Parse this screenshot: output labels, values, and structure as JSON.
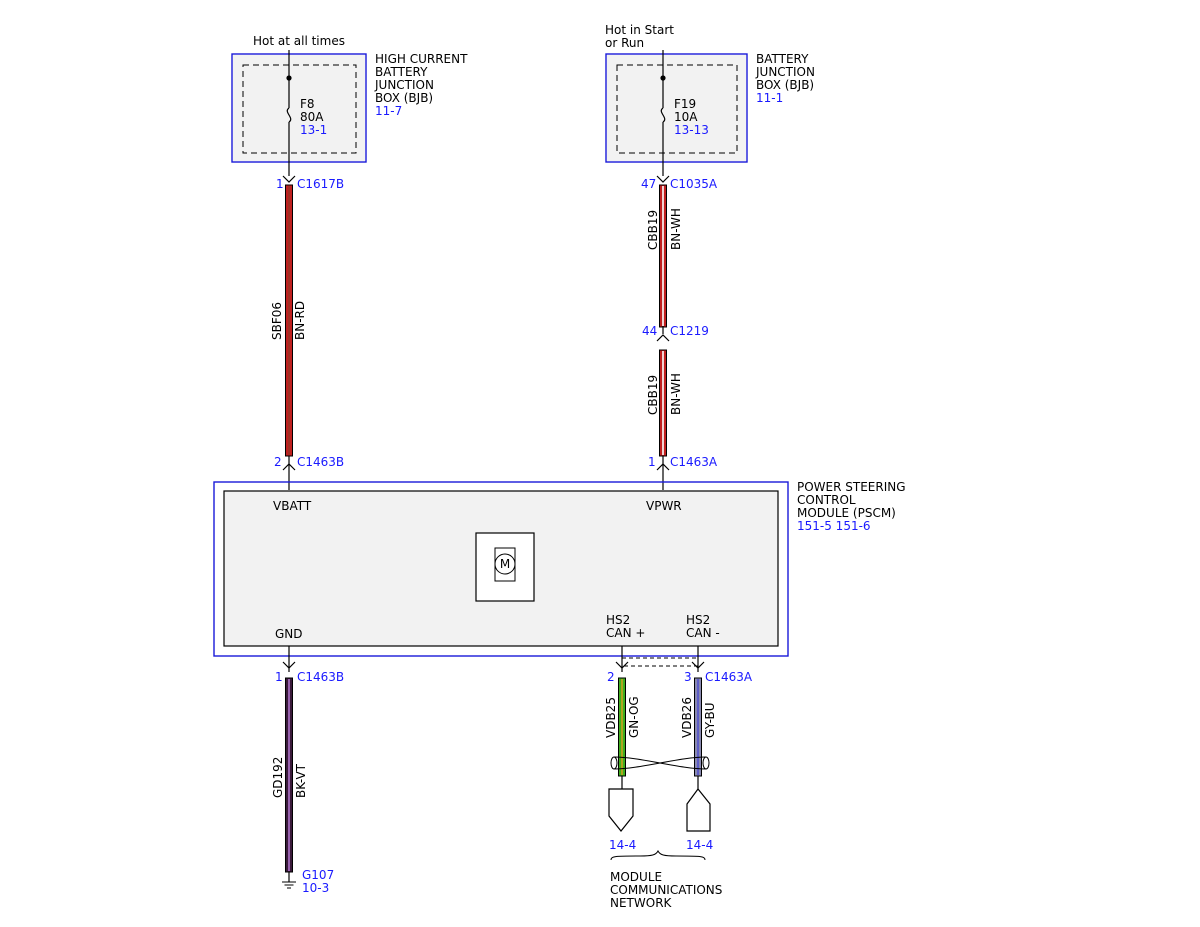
{
  "colors": {
    "ref_blue": "#1a1aff",
    "box_blue": "#1a1ad8",
    "wire_brown_red": "#c0201f",
    "wire_brown": "#8a3a2a",
    "wire_black_violet": "#3a1a3a",
    "wire_violet": "#c080e0",
    "wire_green": "#3fae1f",
    "wire_orange": "#e0a020",
    "wire_grey": "#8a8ab0",
    "wire_blue": "#4a4ad0"
  },
  "left_supply": {
    "label": "Hot at all times",
    "box_title": [
      "HIGH CURRENT",
      "BATTERY",
      "JUNCTION",
      "BOX (BJB)"
    ],
    "box_ref": "11-7",
    "fuse_name": "F8",
    "fuse_rating": "80A",
    "fuse_ref": "13-1",
    "connector_pin": "1",
    "connector": "C1617B",
    "circuit": "SBF06",
    "wire_color": "BN-RD"
  },
  "right_supply": {
    "label_line1": "Hot in Start",
    "label_line2": "or Run",
    "box_title": [
      "BATTERY",
      "JUNCTION",
      "BOX (BJB)"
    ],
    "box_ref": "11-1",
    "fuse_name": "F19",
    "fuse_rating": "10A",
    "fuse_ref": "13-13",
    "connector1_pin": "47",
    "connector1": "C1035A",
    "circuit1": "CBB19",
    "wire_color1": "BN-WH",
    "connector2_pin": "44",
    "connector2": "C1219",
    "circuit2": "CBB19",
    "wire_color2": "BN-WH"
  },
  "module": {
    "title": [
      "POWER STEERING",
      "CONTROL",
      "MODULE (PSCM)"
    ],
    "ref": "151-5 151-6",
    "vbatt_pin": "2",
    "vbatt_connector": "C1463B",
    "vbatt_label": "VBATT",
    "vpwr_pin": "1",
    "vpwr_connector": "C1463A",
    "vpwr_label": "VPWR",
    "gnd_label": "GND",
    "can_plus_line1": "HS2",
    "can_plus_line2": "CAN +",
    "can_minus_line1": "HS2",
    "can_minus_line2": "CAN -",
    "motor_symbol": "M"
  },
  "ground": {
    "pin": "1",
    "connector": "C1463B",
    "circuit": "GD192",
    "wire_color": "BK-VT",
    "ground_name": "G107",
    "ground_ref": "10-3"
  },
  "can": {
    "plus_pin": "2",
    "minus_pin": "3",
    "connector": "C1463A",
    "plus_circuit": "VDB25",
    "plus_wire_color": "GN-OG",
    "minus_circuit": "VDB26",
    "minus_wire_color": "GY-BU",
    "plus_ref": "14-4",
    "minus_ref": "14-4",
    "network_label": [
      "MODULE",
      "COMMUNICATIONS",
      "NETWORK"
    ]
  }
}
